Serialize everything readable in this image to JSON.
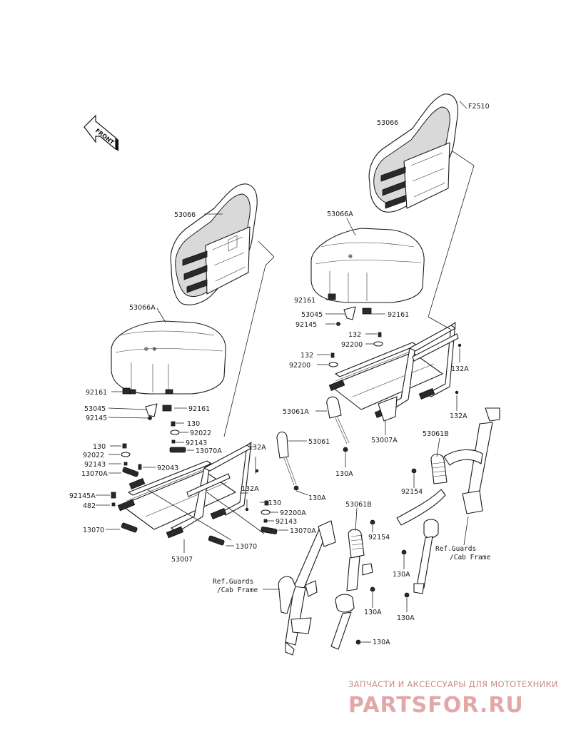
{
  "figure_code": "F2510",
  "front_label": "FRONT",
  "ref_label_left": [
    "Ref.Guards",
    "/Cab Frame"
  ],
  "ref_label_right": [
    "Ref.Guards",
    "/Cab Frame"
  ],
  "watermark": {
    "top": "ЗАПЧАСТИ И АКСЕССУАРЫ ДЛЯ МОТОТЕХНИКИ",
    "brand": "PARTSFOR.RU"
  },
  "callouts": {
    "backrest_left": "53066",
    "backrest_right": "53066",
    "cushion_left": "53066A",
    "cushion_right": "53066A",
    "p92161_l1": "92161",
    "p92161_l2": "92161",
    "p92161_r1": "92161",
    "p92161_r2": "92161",
    "p53045_l": "53045",
    "p53045_r": "53045",
    "p92145_l": "92145",
    "p92145_r": "92145",
    "p130_a": "130",
    "p92022_a": "92022",
    "p92143_a": "92143",
    "p13070A_a": "13070A",
    "p130_b": "130",
    "p92022_b": "92022",
    "p92143_b": "92143",
    "p13070A_b": "13070A",
    "p92043": "92043",
    "p92145A": "92145A",
    "p482": "482",
    "p13070_l": "13070",
    "p13070_r": "13070",
    "p53007": "53007",
    "p132A_1": "132A",
    "p132A_2": "132A",
    "p130_c": "130",
    "p92200A": "92200A",
    "p92143_c": "92143",
    "p13070A_c": "13070A",
    "p53061": "53061",
    "p130A_1": "130A",
    "p132_r1": "132",
    "p92200_r1": "92200",
    "p132_r2": "132",
    "p92200_r2": "92200",
    "p132A_r1": "132A",
    "p132A_r2": "132A",
    "p53061A": "53061A",
    "p53007A": "53007A",
    "p130A_2": "130A",
    "p53061B_top": "53061B",
    "p92154_a": "92154",
    "p53061B_mid": "53061B",
    "p92154_b": "92154",
    "p130A_3": "130A",
    "p130A_4": "130A",
    "p130A_5": "130A",
    "p130A_6": "130A"
  }
}
